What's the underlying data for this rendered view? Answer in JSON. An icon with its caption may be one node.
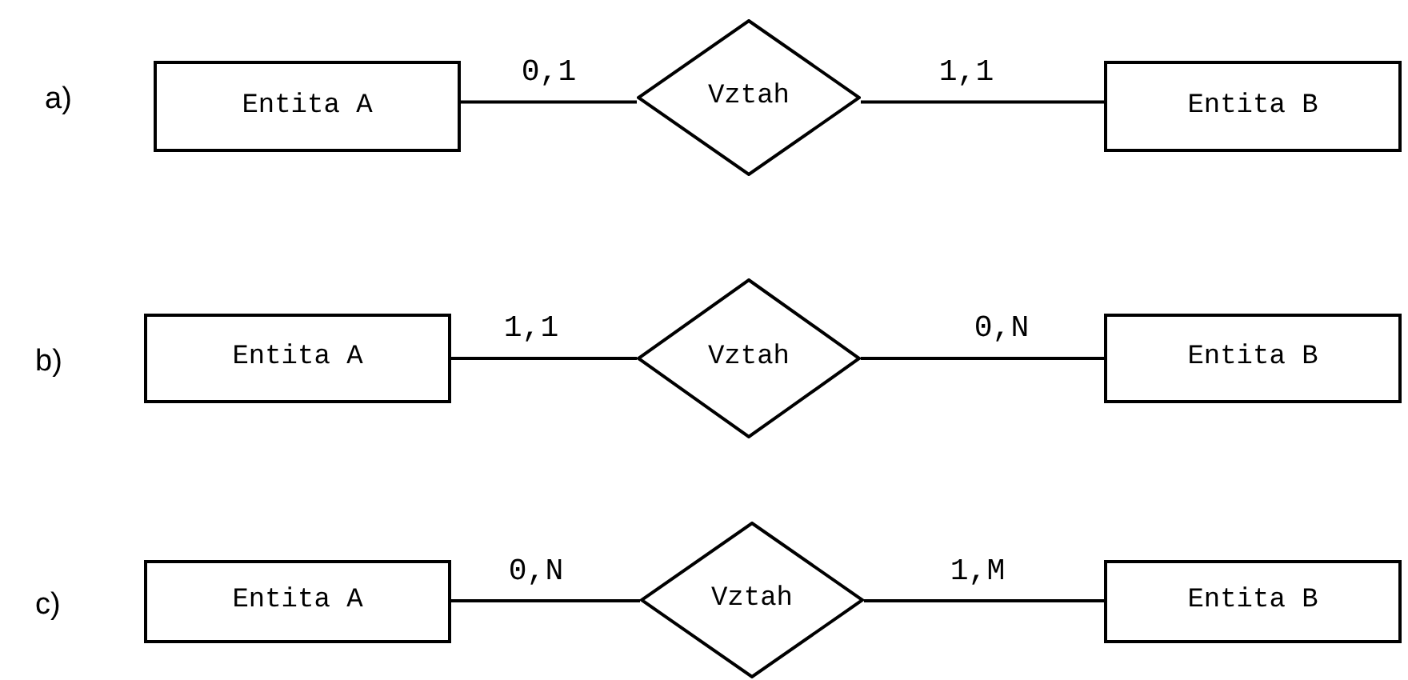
{
  "diagram": {
    "nodes": [
      {
        "text": [
          "Entita A"
        ]
      },
      {
        "text": [
          "Vztah"
        ]
      },
      {
        "text": [
          "Entita B"
        ]
      },
      {
        "text": [
          "Entita A"
        ]
      },
      {
        "text": [
          "Vztah"
        ]
      },
      {
        "text": [
          "Entita B"
        ]
      },
      {
        "text": [
          "Entita A"
        ]
      },
      {
        "text": [
          "Vztah"
        ]
      },
      {
        "text": [
          "Entita B"
        ]
      }
    ],
    "edges": [
      {
        "from": 0,
        "to": 1,
        "arrow": "none",
        "label": "0,1"
      },
      {
        "from": 1,
        "to": 2,
        "arrow": "none",
        "label": "1,1"
      },
      {
        "from": 3,
        "to": 4,
        "arrow": "none",
        "label": "1,1"
      },
      {
        "from": 4,
        "to": 5,
        "arrow": "none",
        "label": "0,N"
      },
      {
        "from": 6,
        "to": 7,
        "arrow": "none",
        "label": "0,N"
      },
      {
        "from": 7,
        "to": 8,
        "arrow": "none",
        "label": "1,M"
      }
    ],
    "labels": [
      "a)",
      "b)",
      "c)"
    ]
  }
}
